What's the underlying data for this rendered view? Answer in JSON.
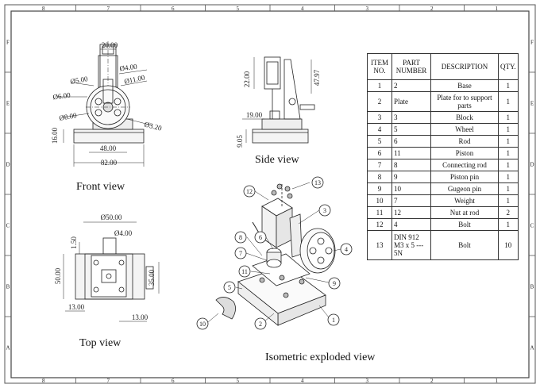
{
  "border": {
    "columns": [
      "8",
      "7",
      "6",
      "5",
      "4",
      "3",
      "2",
      "1"
    ],
    "rows": [
      "F",
      "E",
      "D",
      "C",
      "B",
      "A"
    ]
  },
  "views": {
    "front": "Front view",
    "side": "Side view",
    "top": "Top view",
    "iso": "Isometric exploded view"
  },
  "dims": {
    "front": [
      "20.00",
      "Ø4.00",
      "Ø5.00",
      "Ø11.00",
      "Ø6.00",
      "Ø8.00",
      "Ø3.20",
      "16.00",
      "48.00",
      "82.00"
    ],
    "side": [
      "22.00",
      "47.97",
      "19.00",
      "9.05"
    ],
    "top": [
      "Ø50.00",
      "Ø4.00",
      "1.50",
      "50.00",
      "35.00",
      "13.00",
      "13.00"
    ]
  },
  "balloons": [
    "13",
    "12",
    "3",
    "8",
    "6",
    "4",
    "7",
    "11",
    "9",
    "5",
    "1",
    "2",
    "10"
  ],
  "bom": {
    "headers": [
      "ITEM NO.",
      "PART NUMBER",
      "DESCRIPTION",
      "QTY."
    ],
    "rows": [
      [
        "1",
        "2",
        "Base",
        "1"
      ],
      [
        "2",
        "Plate",
        "Plate for to support parts",
        "1"
      ],
      [
        "3",
        "3",
        "Block",
        "1"
      ],
      [
        "4",
        "5",
        "Wheel",
        "1"
      ],
      [
        "5",
        "6",
        "Rod",
        "1"
      ],
      [
        "6",
        "11",
        "Piston",
        "1"
      ],
      [
        "7",
        "8",
        "Connecting rod",
        "1"
      ],
      [
        "8",
        "9",
        "Piston pin",
        "1"
      ],
      [
        "9",
        "10",
        "Gugeon pin",
        "1"
      ],
      [
        "10",
        "7",
        "Weight",
        "1"
      ],
      [
        "11",
        "12",
        "Nut at rod",
        "2"
      ],
      [
        "12",
        "4",
        "Bolt",
        "1"
      ],
      [
        "13",
        "DIN 912 M3 x 5 --- 5N",
        "Bolt",
        "10"
      ]
    ]
  }
}
